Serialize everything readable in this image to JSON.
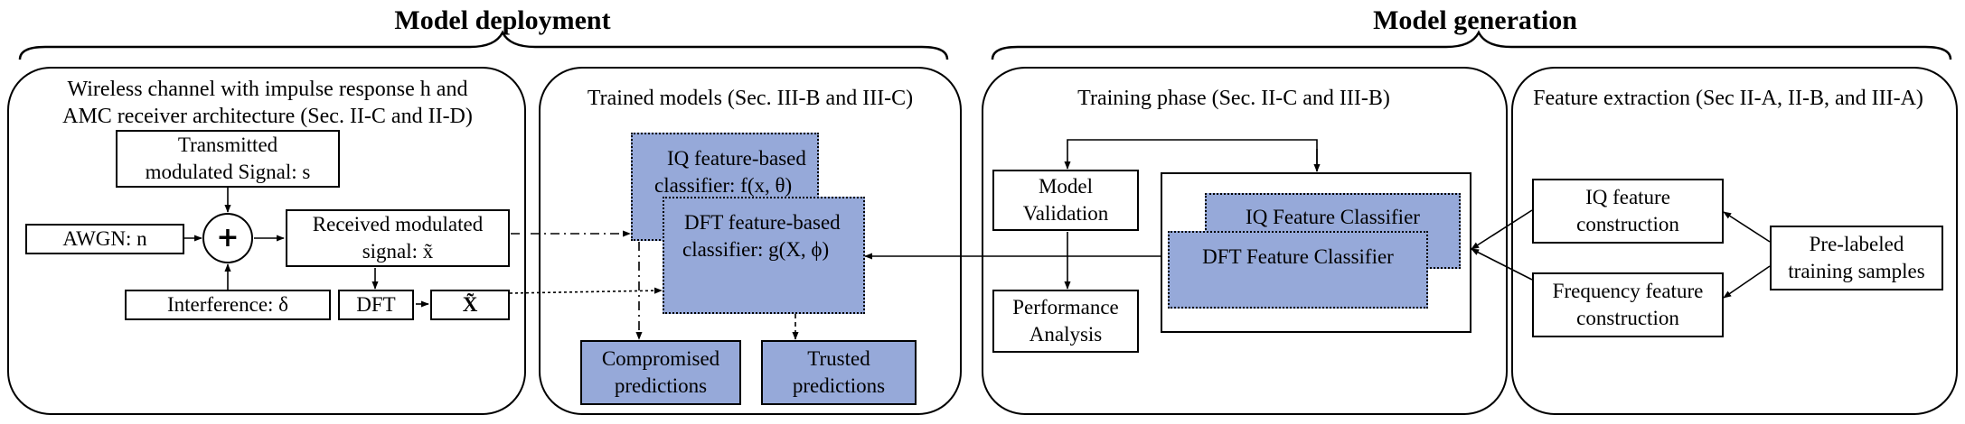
{
  "headers": {
    "deployment": "Model deployment",
    "generation": "Model generation"
  },
  "panels": {
    "wireless": {
      "title_line1": "Wireless channel with impulse response h and",
      "title_line2": "AMC receiver architecture (Sec. II-C and II-D)"
    },
    "trained": {
      "title": "Trained models (Sec. III-B and III-C)"
    },
    "training": {
      "title": "Training phase (Sec. II-C and III-B)"
    },
    "feature": {
      "title": "Feature extraction (Sec II-A, II-B, and III-A)"
    }
  },
  "blocks": {
    "transmitted": {
      "line1": "Transmitted",
      "line2": "modulated Signal: s"
    },
    "awgn": {
      "label": "AWGN: n"
    },
    "adder": {
      "symbol": "+"
    },
    "received": {
      "line1": "Received modulated",
      "line2": "signal: x̃"
    },
    "interference": {
      "label": "Interference: δ"
    },
    "dft": {
      "label": "DFT"
    },
    "xtilde": {
      "label": "X̃"
    },
    "iq_classifier": {
      "line1": "IQ feature-based",
      "line2": "classifier: f(x, θ)"
    },
    "dft_classifier": {
      "line1": "DFT feature-based",
      "line2": "classifier: g(X, ϕ)"
    },
    "compromised": {
      "line1": "Compromised",
      "line2": "predictions"
    },
    "trusted": {
      "line1": "Trusted",
      "line2": "predictions"
    },
    "validation": {
      "line1": "Model",
      "line2": "Validation"
    },
    "performance": {
      "line1": "Performance",
      "line2": "Analysis"
    },
    "iq_feature_classifier": {
      "label": "IQ Feature Classifier"
    },
    "dft_feature_classifier": {
      "label": "DFT Feature Classifier"
    },
    "iq_construction": {
      "line1": "IQ feature",
      "line2": "construction"
    },
    "freq_construction": {
      "line1": "Frequency feature",
      "line2": "construction"
    },
    "prelabeled": {
      "line1": "Pre-labeled",
      "line2": "training samples"
    }
  },
  "colors": {
    "classifier_fill": "#96a9d9",
    "stroke": "#000000",
    "background": "#ffffff"
  }
}
